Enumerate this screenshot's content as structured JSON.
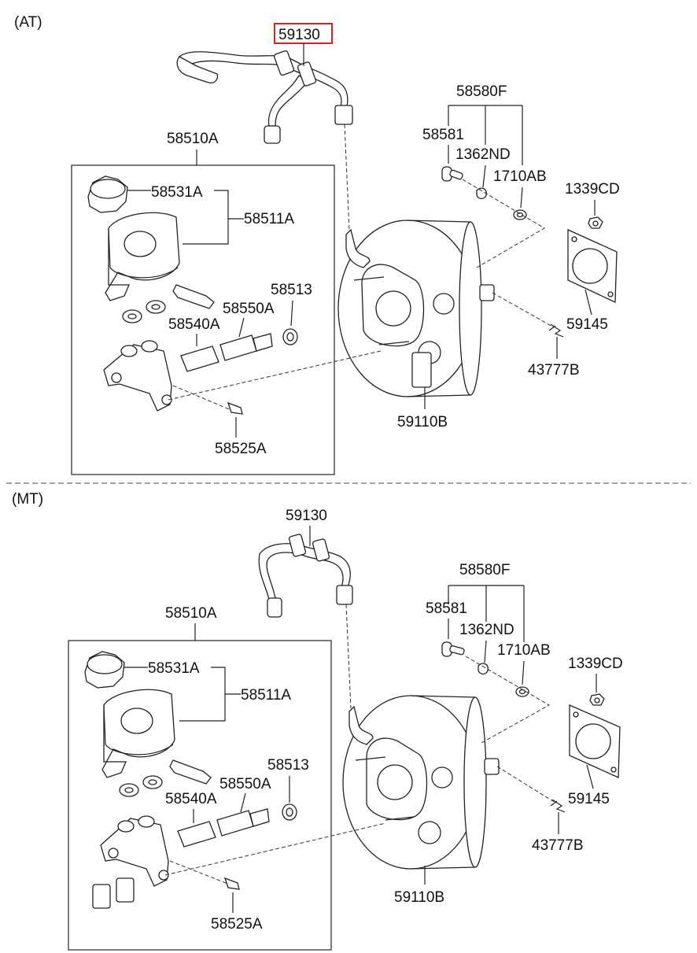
{
  "sections": [
    {
      "title": "(AT)",
      "labels": {
        "hose": "59130",
        "bracket_set": "58580F",
        "pin": "58581",
        "clip": "1362ND",
        "washer": "1710AB",
        "nut": "1339CD",
        "gasket": "59145",
        "spring_clip": "43777B",
        "booster": "59110B",
        "master_cyl_assy": "58510A",
        "cap": "58531A",
        "reservoir": "58511A",
        "seal": "58513",
        "piston_primary": "58550A",
        "piston_secondary": "58540A",
        "screw": "58525A"
      }
    },
    {
      "title": "(MT)",
      "labels": {
        "hose": "59130",
        "bracket_set": "58580F",
        "pin": "58581",
        "clip": "1362ND",
        "washer": "1710AB",
        "nut": "1339CD",
        "gasket": "59145",
        "spring_clip": "43777B",
        "booster": "59110B",
        "master_cyl_assy": "58510A",
        "cap": "58531A",
        "reservoir": "58511A",
        "seal": "58513",
        "piston_primary": "58550A",
        "piston_secondary": "58540A",
        "screw": "58525A"
      }
    }
  ],
  "highlight_color": "#e0201b"
}
